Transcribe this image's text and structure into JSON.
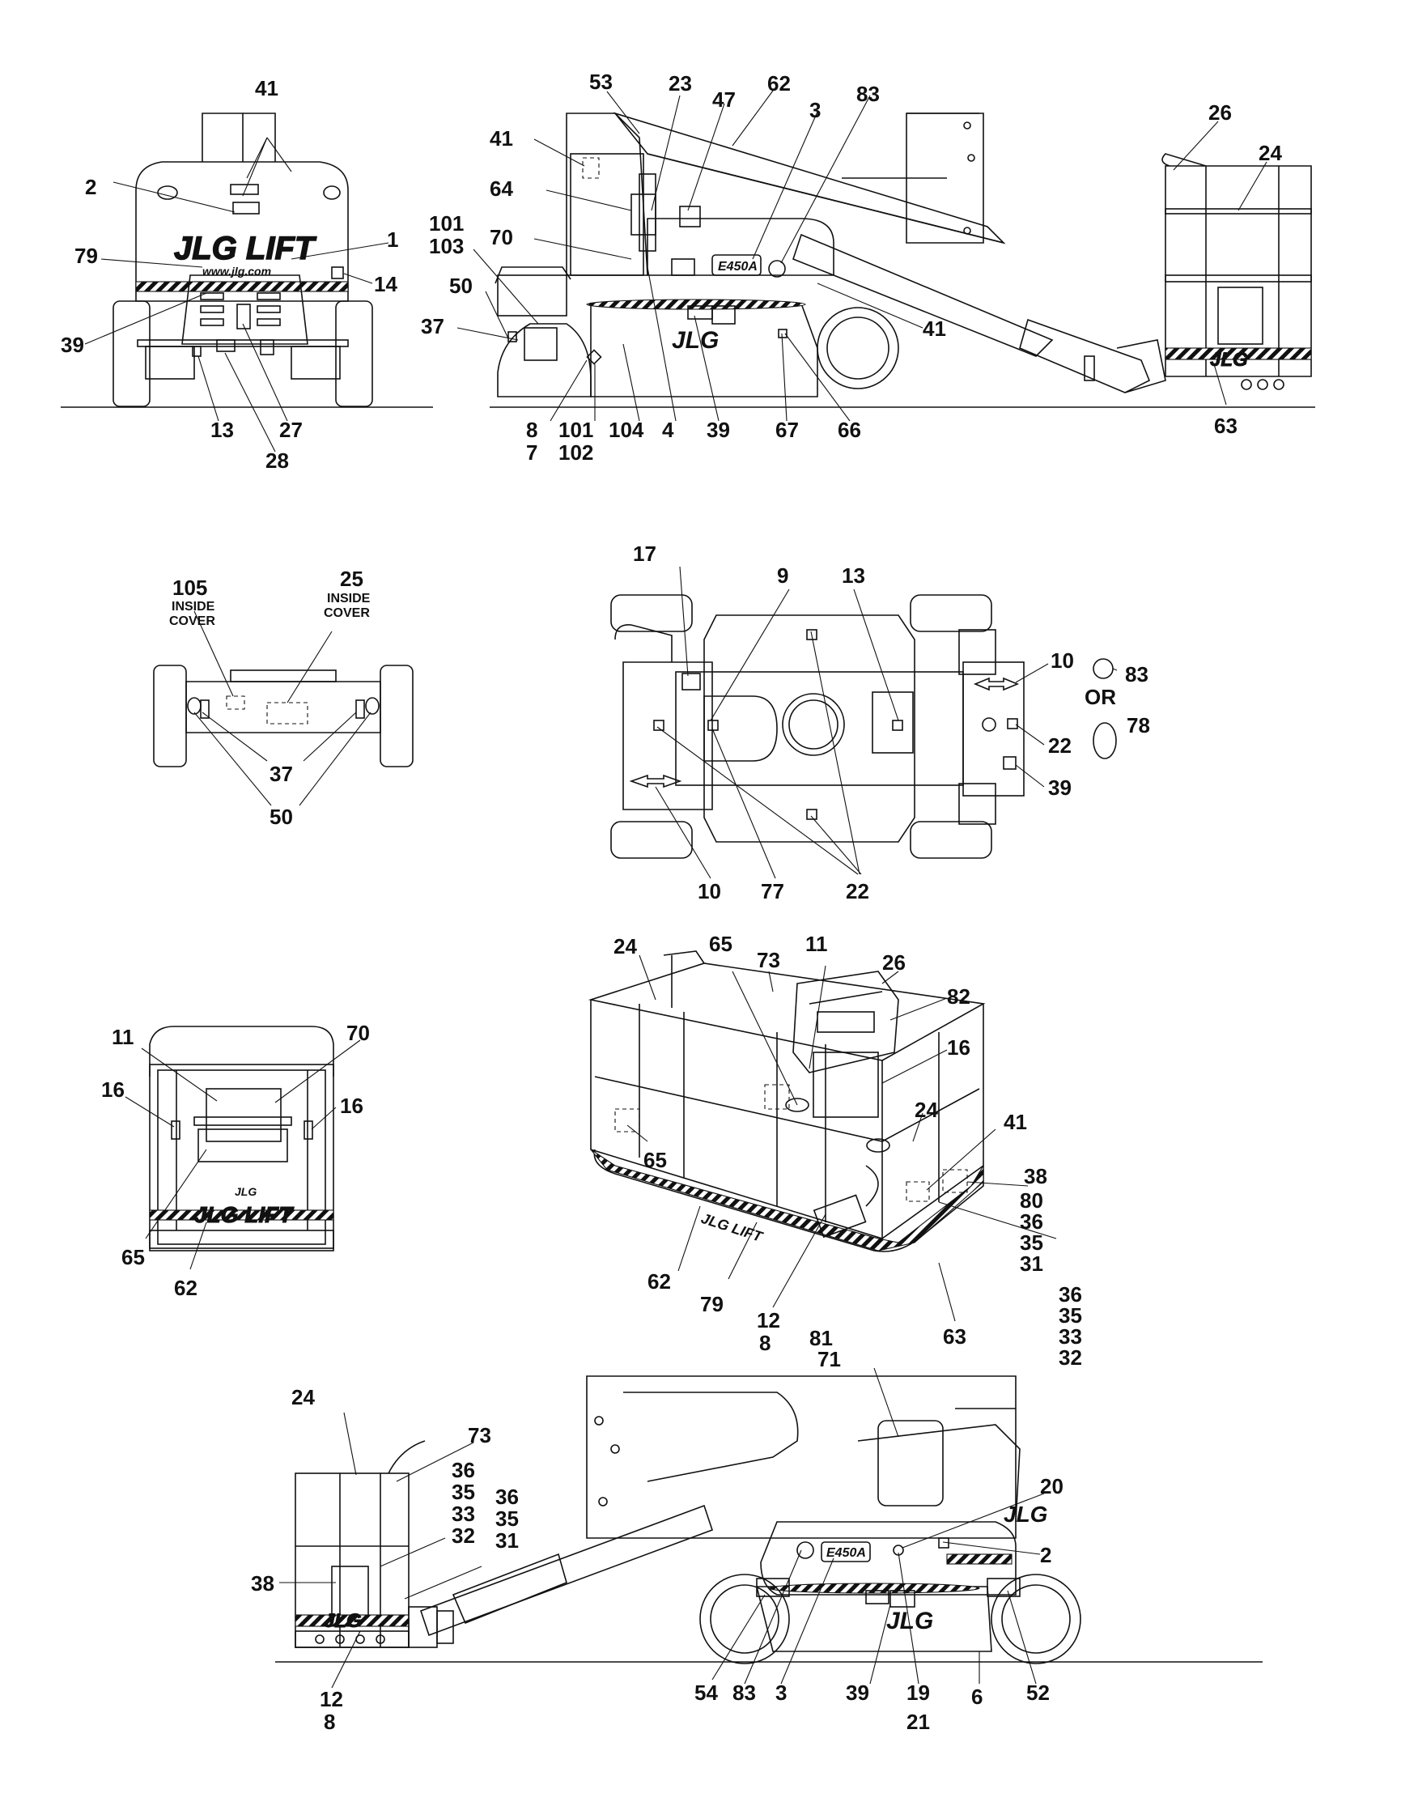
{
  "views": {
    "front": {
      "callouts": [
        "41",
        "2",
        "1",
        "79",
        "14",
        "39",
        "13",
        "27",
        "28"
      ],
      "logo": "JLG LIFT",
      "web": "www.jlg.com"
    },
    "left_side": {
      "callouts": [
        "53",
        "23",
        "47",
        "62",
        "3",
        "83",
        "41",
        "64",
        "101",
        "103",
        "70",
        "50",
        "37",
        "8",
        "7",
        "101",
        "102",
        "104",
        "4",
        "39",
        "67",
        "66",
        "41",
        "26",
        "24",
        "63"
      ],
      "model_badge": "E450A",
      "logo": "JLG"
    },
    "rear": {
      "callouts": [
        "105",
        "25",
        "37",
        "50"
      ],
      "notes": [
        "INSIDE",
        "COVER",
        "INSIDE",
        "COVER"
      ]
    },
    "top": {
      "callouts": [
        "17",
        "9",
        "13",
        "10",
        "83",
        "22",
        "78",
        "39",
        "10",
        "77",
        "22"
      ],
      "or_label": "OR"
    },
    "platform_iso": {
      "callouts": [
        "24",
        "65",
        "73",
        "11",
        "26",
        "82",
        "16",
        "24",
        "41",
        "65",
        "38",
        "80",
        "36",
        "35",
        "31",
        "36",
        "35",
        "33",
        "32",
        "62",
        "79",
        "12",
        "8",
        "81",
        "63"
      ],
      "logo": "JLG LIFT"
    },
    "platform_front": {
      "callouts": [
        "11",
        "70",
        "16",
        "16",
        "65",
        "62"
      ],
      "logo": "JLG LIFT",
      "small_logo": "JLG"
    },
    "right_side": {
      "callouts": [
        "71",
        "24",
        "73",
        "36",
        "35",
        "33",
        "32",
        "36",
        "35",
        "31",
        "38",
        "20",
        "2",
        "12",
        "8",
        "54",
        "83",
        "3",
        "39",
        "19",
        "21",
        "6",
        "52"
      ],
      "model_badge": "E450A",
      "logo": "JLG"
    }
  },
  "colors": {
    "ink": "#111111",
    "paper": "#ffffff"
  }
}
